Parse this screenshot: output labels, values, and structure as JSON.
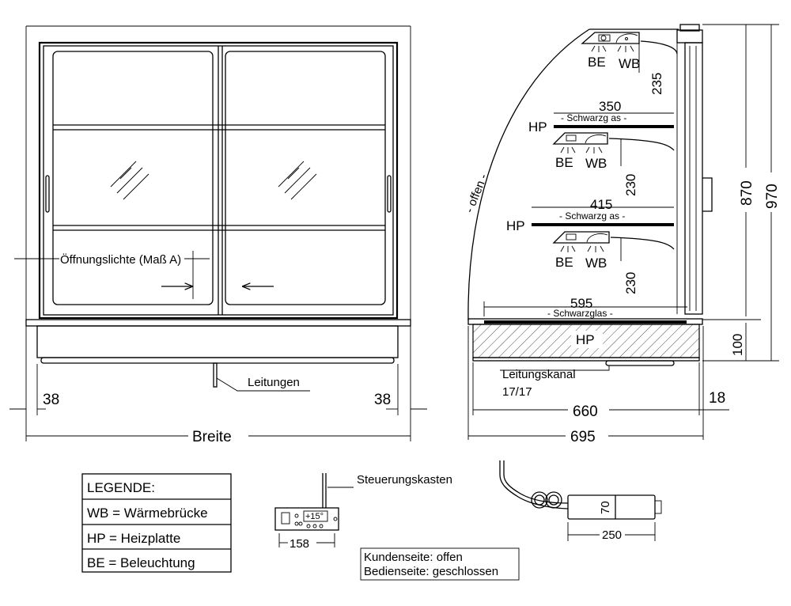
{
  "front_view": {
    "opening_label": "Öffnungslichte (Maß A)",
    "leitungen_label": "Leitungen",
    "left_margin": "38",
    "right_margin": "38",
    "width_label": "Breite"
  },
  "side_view": {
    "open_side_label": "- offen -",
    "shelves": [
      {
        "depth": "350",
        "glass_label": "- Schwarzg as -",
        "hp": "HP",
        "be": "BE",
        "wb": "WB"
      },
      {
        "depth": "415",
        "glass_label": "- Schwarzg as -",
        "hp": "HP",
        "be": "BE",
        "wb": "WB"
      }
    ],
    "top_light": {
      "be": "BE",
      "wb": "WB"
    },
    "bottom": {
      "depth": "595",
      "glass_label": "- Schwarzglas -",
      "hp": "HP"
    },
    "heights": {
      "top_gap": "235",
      "gap1": "230",
      "gap2": "230",
      "base": "100",
      "upper_total": "870",
      "total": "970"
    },
    "depths": {
      "inner": "660",
      "back": "18",
      "total": "695"
    },
    "channel_label": "Leitungskanal",
    "channel_size": "17/17"
  },
  "legend": {
    "title": "LEGENDE:",
    "items": [
      "WB = Wärmebrücke",
      "HP = Heizplatte",
      "BE = Beleuchtung"
    ]
  },
  "control_box": {
    "label": "Steuerungskasten",
    "display": "+15°",
    "width": "158"
  },
  "notes": [
    "Kundenseite: offen",
    "Bedienseite: geschlossen"
  ],
  "cable": {
    "height": "70",
    "length": "250"
  }
}
